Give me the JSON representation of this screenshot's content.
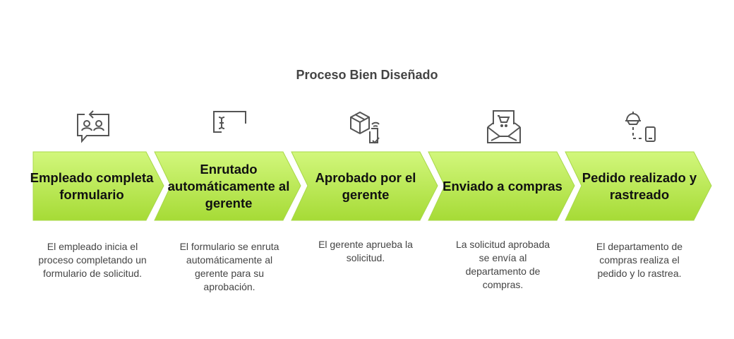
{
  "title": "Proceso Bien Diseñado",
  "steps": [
    {
      "label": "Empleado completa formulario",
      "description": "El empleado inicia el proceso completando un formulario de solicitud.",
      "icon": "form-users-icon"
    },
    {
      "label": "Enrutado automáticamente al gerente",
      "description": "El formulario se enruta automáticamente al gerente para su aprobación.",
      "icon": "text-cursor-icon"
    },
    {
      "label": "Aprobado por el gerente",
      "description": "El gerente aprueba la solicitud.",
      "icon": "package-approved-icon"
    },
    {
      "label": "Enviado a compras",
      "description": "La solicitud aprobada se envía al departamento de compras.",
      "icon": "envelope-cart-icon"
    },
    {
      "label": "Pedido realizado y rastreado",
      "description": "El departamento de compras realiza el pedido y lo rastrea.",
      "icon": "order-tracking-icon"
    }
  ],
  "colors": {
    "fill_top": "#d2f77c",
    "fill_bottom": "#a6db36",
    "stroke": "#9ccf3a",
    "icon": "#555555"
  }
}
